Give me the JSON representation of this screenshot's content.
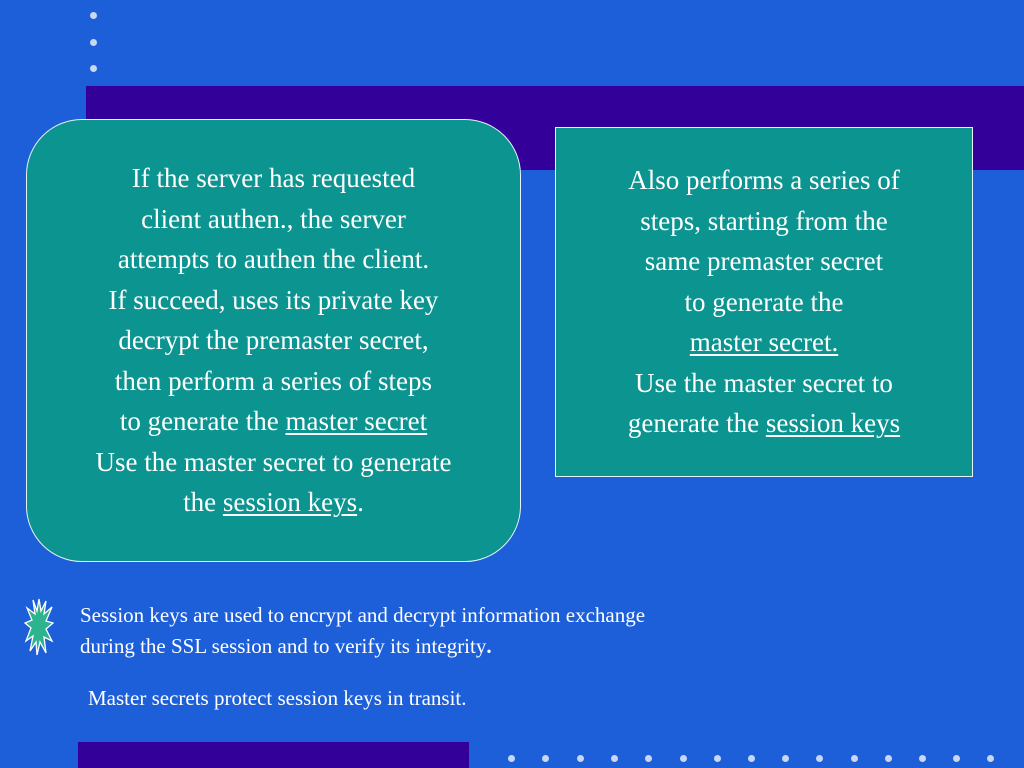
{
  "left_box": {
    "lines": [
      "If the server has requested",
      "client authen., the server",
      "attempts to authen the client.",
      "If succeed, uses its private key",
      "decrypt the premaster secret,",
      "then perform a series of steps"
    ],
    "line7_prefix": "to generate the ",
    "line7_link": "master secret",
    "line8": "Use the master secret to generate",
    "line9_prefix": "the ",
    "line9_link": "session keys",
    "line9_suffix": "."
  },
  "right_box": {
    "lines": [
      "Also performs a series of",
      "steps, starting from the",
      "same premaster secret",
      "to generate the"
    ],
    "line5_link": "master secret.",
    "line6": "Use the master secret to",
    "line7_prefix": "generate the ",
    "line7_link": "session keys"
  },
  "note": {
    "line1": "Session keys are used to encrypt and decrypt information exchange",
    "line2": "during the SSL session and to verify its integrity",
    "line2_end": ".",
    "line3": "Master secrets protect session keys in transit."
  },
  "colors": {
    "background": "#1d5fd8",
    "band": "#330099",
    "box": "#0b9490",
    "text": "#ffffff",
    "bullet": "#2db38d"
  },
  "icons": {
    "bullet": "starburst-bullet-icon"
  }
}
